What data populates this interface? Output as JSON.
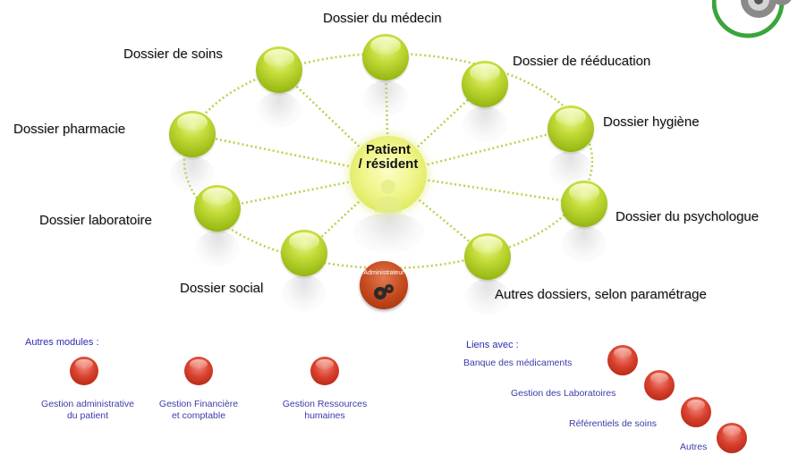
{
  "center": {
    "line1": "Patient",
    "line2": "/ résident"
  },
  "admin": {
    "label": "Administrateur"
  },
  "dossiers": {
    "medecin": "Dossier du médecin",
    "soins": "Dossier de soins",
    "reeducation": "Dossier de rééducation",
    "pharmacie": "Dossier pharmacie",
    "hygiene": "Dossier hygiène",
    "laboratoire": "Dossier laboratoire",
    "psychologue": "Dossier du psychologue",
    "social": "Dossier social",
    "autres": "Autres dossiers, selon paramétrage"
  },
  "autres_modules": {
    "title": "Autres modules :",
    "items": [
      {
        "line1": "Gestion administrative",
        "line2": "du patient"
      },
      {
        "line1": "Gestion Financière",
        "line2": "et comptable"
      },
      {
        "line1": "Gestion Ressources",
        "line2": "humaines"
      }
    ]
  },
  "liens": {
    "title": "Liens avec :",
    "items": [
      "Banque des médicaments",
      "Gestion des Laboratoires",
      "Référentiels de soins",
      "Autres"
    ]
  },
  "colors": {
    "green_ball": "#a8c41a",
    "red_ball": "#d9412f",
    "link_text": "#3b3ba8",
    "connector": "#b9d24a"
  },
  "icons": {
    "logo": "gears-icon",
    "admin": "gears-icon"
  }
}
